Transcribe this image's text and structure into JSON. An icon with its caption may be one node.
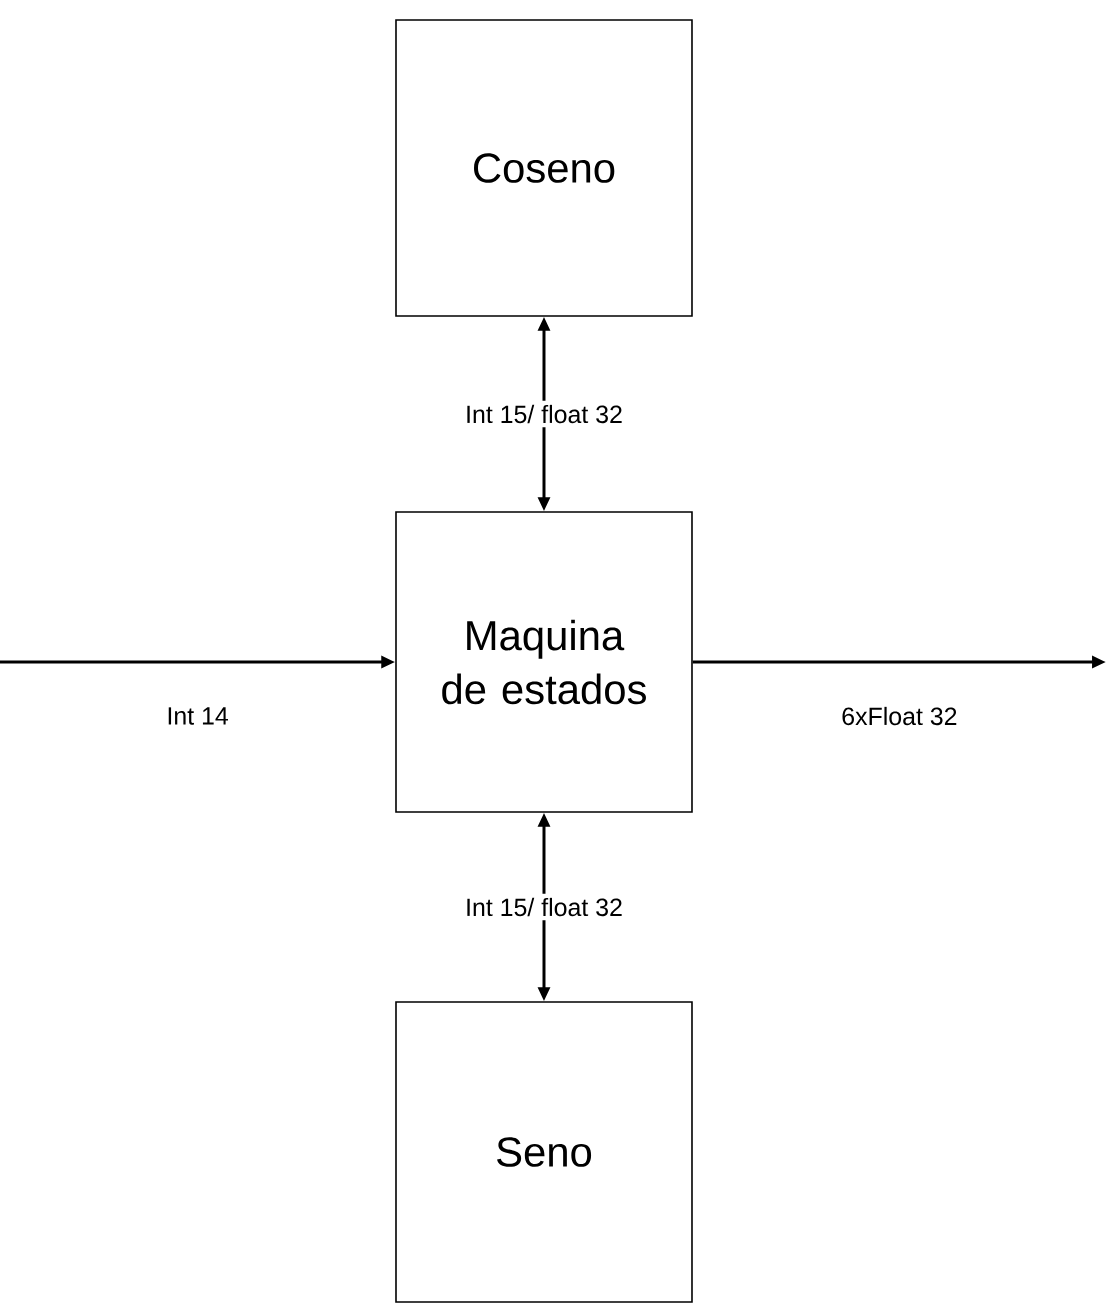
{
  "diagram": {
    "nodes": [
      {
        "text": [
          "Coseno"
        ]
      },
      {
        "text": [
          "Maquina de estados"
        ]
      },
      {
        "text": [
          "Seno"
        ]
      }
    ],
    "edges": [
      {
        "from": 0,
        "to": 1,
        "arrow": "both",
        "label": "Int 15/ float 32"
      },
      {
        "from": null,
        "to": 1,
        "arrow": "to",
        "label": "Int 14"
      },
      {
        "from": 1,
        "to": null,
        "arrow": "to",
        "label": "6xFloat 32"
      },
      {
        "from": 1,
        "to": 2,
        "arrow": "both",
        "label": "Int 15/ float 32"
      }
    ]
  }
}
